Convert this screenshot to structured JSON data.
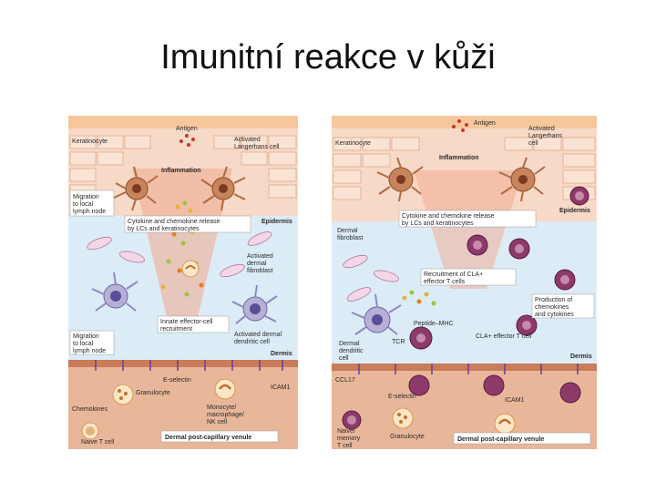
{
  "slide": {
    "title": "Imunitní reakce v kůži"
  },
  "left": {
    "keratinocyte": "Keratinocyte",
    "antigen": "Antigen",
    "activated_lc": [
      "Activated",
      "Langerhans cell"
    ],
    "inflammation": "Inflammation",
    "migration_top": [
      "Migration",
      "to local",
      "lymph node"
    ],
    "cytokine_release": [
      "Cytokine and chemokine release",
      "by LCs and keratinocytes"
    ],
    "epidermis": "Epidermis",
    "activated_fibroblast": [
      "Activated",
      "dermal",
      "fibroblast"
    ],
    "innate_recruitment": [
      "Innate effector-cell",
      "recruitment"
    ],
    "activated_ddc": [
      "Activated dermal",
      "dendritic cell"
    ],
    "migration_bottom": [
      "Migration",
      "to local",
      "lymph node"
    ],
    "dermis": "Dermis",
    "e_selectin": "E-selectin",
    "granulocyte": "Granulocyte",
    "icam1": "ICAM1",
    "chemokines": "Chemokines",
    "monocyte": [
      "Monocyte/",
      "macrophage/",
      "NK cell"
    ],
    "naive_t": "Naive T cell",
    "venule": "Dermal post-capillary venule"
  },
  "right": {
    "antigen": "Antigen",
    "keratinocyte": "Keratinocyte",
    "activated_lc": [
      "Activated",
      "Langerhans",
      "cell"
    ],
    "inflammation": "Inflammation",
    "cytokine_release": [
      "Cytokine and chemokine release",
      "by LCs and keratinocytes"
    ],
    "epidermis": "Epidermis",
    "dermal_fibroblast": [
      "Dermal",
      "fibroblast"
    ],
    "recruitment_cla": [
      "Recruitment of CLA+",
      "effector T cells"
    ],
    "production": [
      "Production of",
      "chemokines",
      "and cytokines"
    ],
    "peptide_mhc": "Peptide–MHC",
    "tcr": "TCR",
    "cla_effector": "CLA+ effector T cell",
    "dermal_dc": [
      "Dermal",
      "dendritic",
      "cell"
    ],
    "dermis": "Dermis",
    "ccl17": "CCL17",
    "e_selectin": "E-selectin",
    "icam1": "ICAM1",
    "naive_memory": [
      "Naive/",
      "memory",
      "T cell"
    ],
    "granulocyte": "Granulocyte",
    "venule": "Dermal post-capillary venule"
  },
  "colors": {
    "epidermis": "#f7d9c7",
    "keratinocyte_band": "#f6c79a",
    "dermis": "#dcecf6",
    "venule": "#e8b79a",
    "dc_cell": "#b7b0d6",
    "lc_cell": "#c8845a",
    "t_cell": "#8c3a6a"
  }
}
